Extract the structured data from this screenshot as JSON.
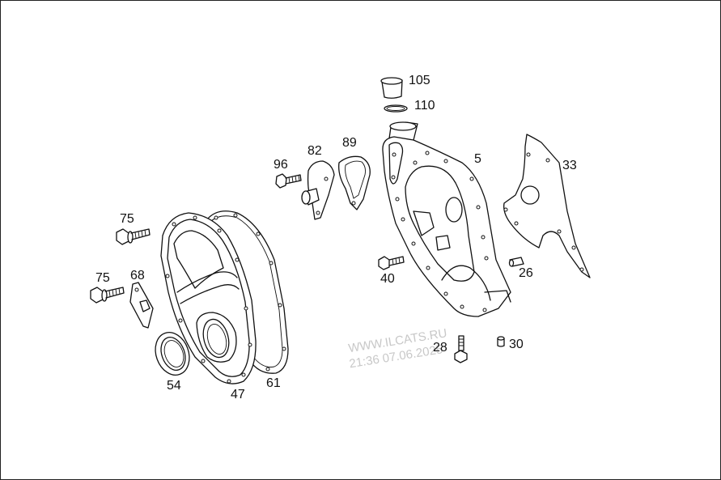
{
  "labels": {
    "p105": "105",
    "p110": "110",
    "p5": "5",
    "p33": "33",
    "p82": "82",
    "p89": "89",
    "p96": "96",
    "p75a": "75",
    "p75b": "75",
    "p68": "68",
    "p54": "54",
    "p47": "47",
    "p61": "61",
    "p40": "40",
    "p26": "26",
    "p28": "28",
    "p30": "30"
  },
  "watermark": {
    "line1": "WWW.ILCATS.RU",
    "line2": "21:36 07.06.2025"
  },
  "colors": {
    "line": "#111111",
    "watermark": "#c8c8c8",
    "background": "#ffffff"
  }
}
